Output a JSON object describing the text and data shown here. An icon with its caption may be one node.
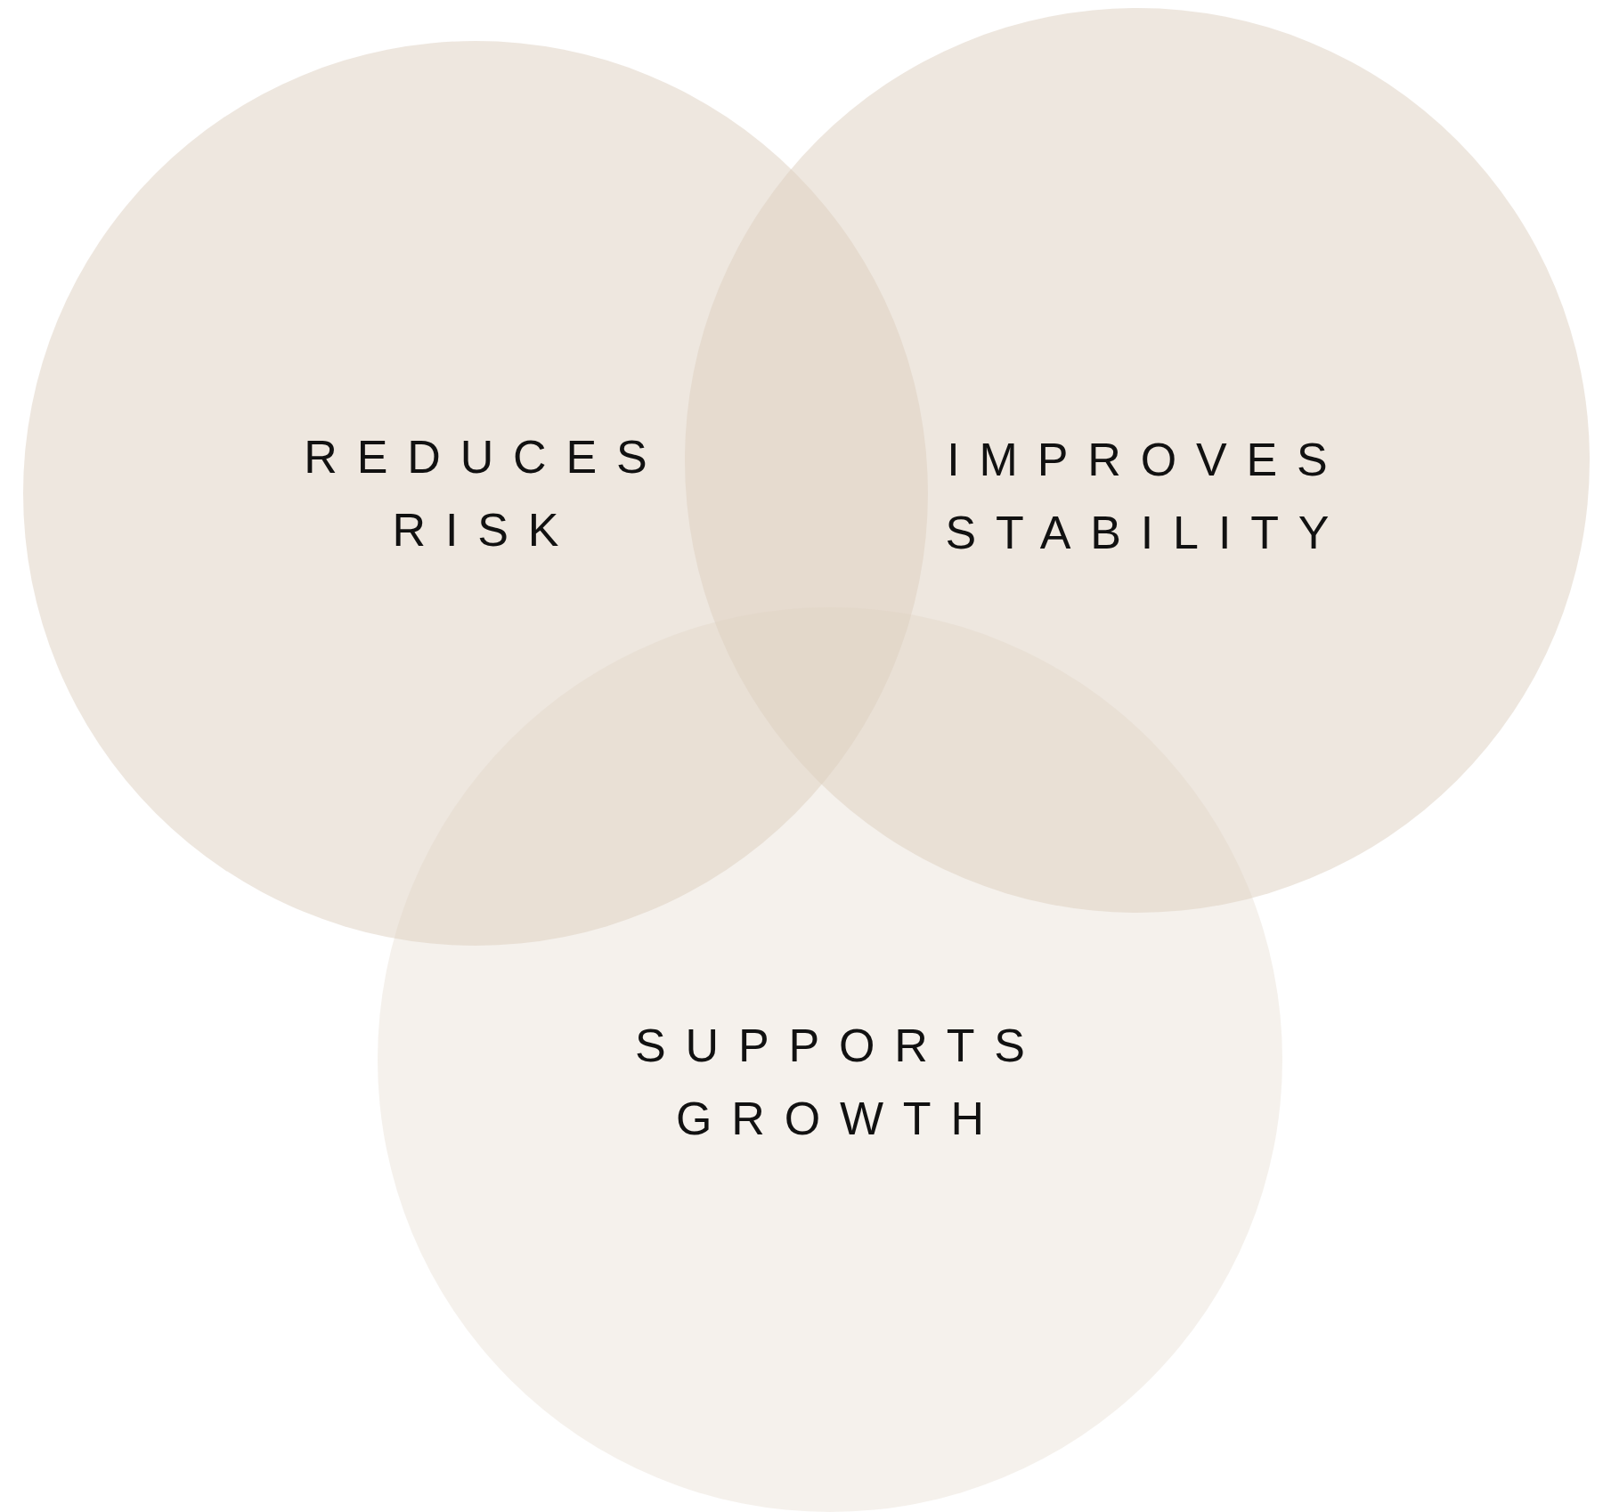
{
  "diagram": {
    "nodes": [
      {
        "text": [
          "REDUCES RISK"
        ]
      },
      {
        "text": [
          "IMPROVES STABILITY"
        ]
      },
      {
        "text": [
          "SUPPORTS GROWTH"
        ]
      }
    ]
  }
}
